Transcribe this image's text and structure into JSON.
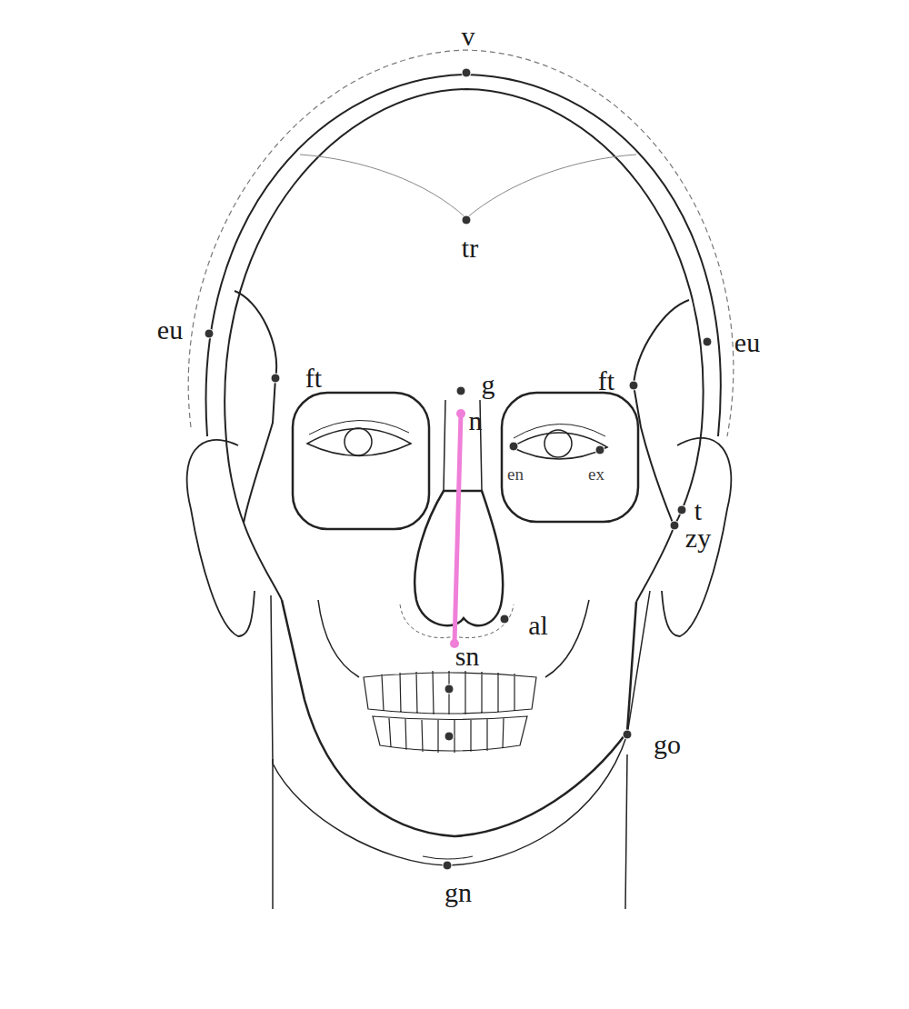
{
  "diagram": {
    "labels": [
      "v",
      "tr",
      "eu",
      "eu",
      "ft",
      "g",
      "ft",
      "n",
      "en",
      "ex",
      "t",
      "zy",
      "al",
      "sn",
      "go",
      "gn"
    ]
  }
}
